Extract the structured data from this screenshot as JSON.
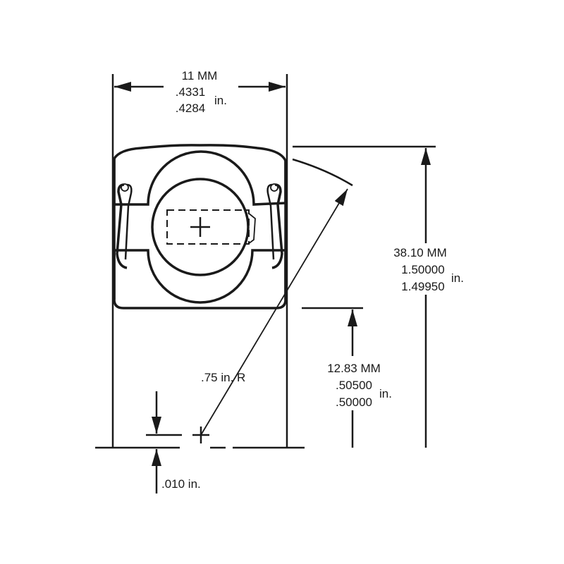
{
  "width_dim": {
    "mm": "11 MM",
    "max": ".4331",
    "min": ".4284",
    "unit": "in."
  },
  "od_dim": {
    "mm": "38.10 MM",
    "max": "1.50000",
    "min": "1.49950",
    "unit": "in."
  },
  "bore_dim": {
    "mm": "12.83 MM",
    "max": ".50500",
    "min": ".50000",
    "unit": "in."
  },
  "radius_label": ".75 in. R",
  "offset_label": ".010 in.",
  "colors": {
    "ink": "#1a1a1a",
    "background": "#ffffff"
  }
}
